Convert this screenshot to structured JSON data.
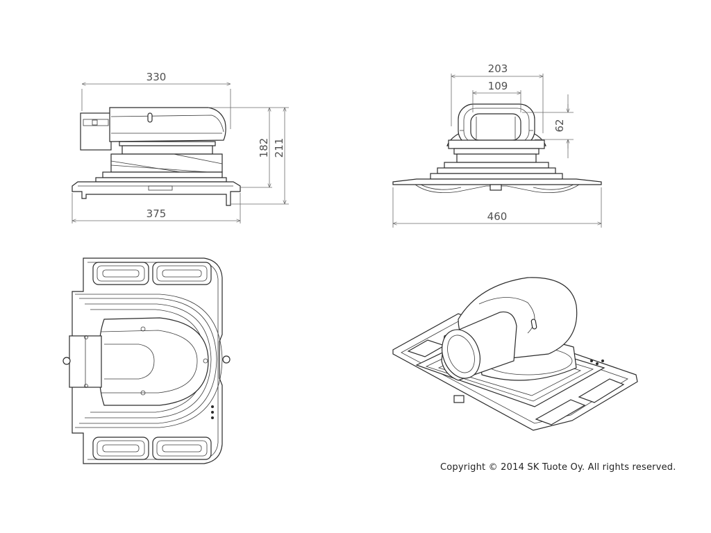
{
  "dimensions": {
    "side_width": "330",
    "side_height_a": "182",
    "side_height_b": "211",
    "side_base_width": "375",
    "front_outer_width": "203",
    "front_inner_width": "109",
    "front_opening_height": "62",
    "front_base_width": "460"
  },
  "footer": {
    "copyright": "Copyright © 2014 SK Tuote Oy. All rights reserved."
  }
}
